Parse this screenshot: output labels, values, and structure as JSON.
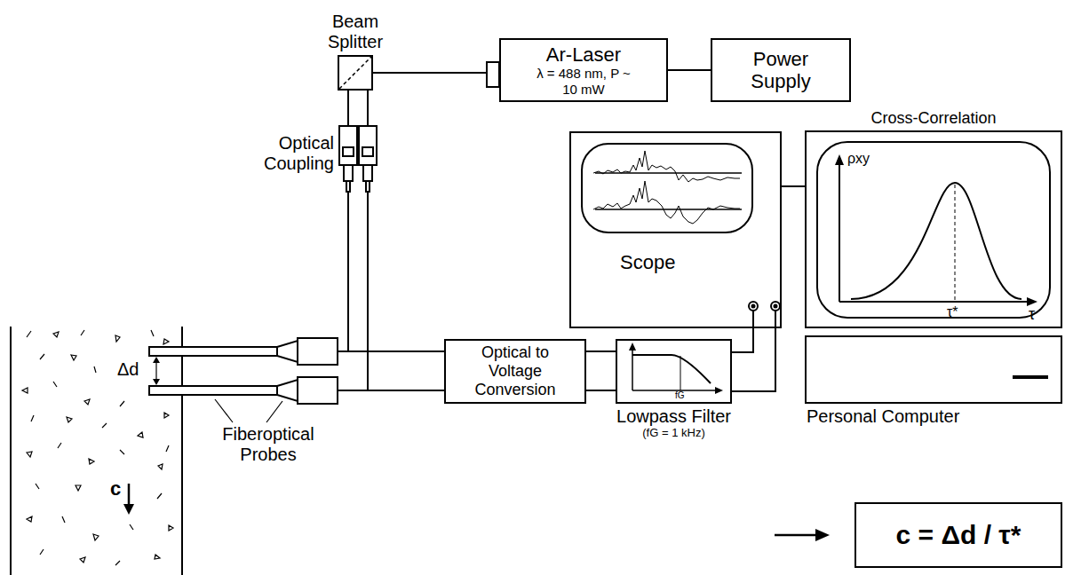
{
  "diagram": {
    "nodes": [
      {
        "text": [
          "Beam Splitter"
        ]
      },
      {
        "text": [
          "Ar-Laser",
          "λ = 488 nm, P ~ 10 mW"
        ]
      },
      {
        "text": [
          "Power Supply"
        ]
      },
      {
        "text": [
          "Scope"
        ]
      },
      {
        "text": [
          "Cross-Correlation"
        ]
      },
      {
        "text": [
          "Personal Computer"
        ]
      },
      {
        "text": [
          "Optical to Voltage Conversion"
        ]
      },
      {
        "text": [
          "Lowpass Filter",
          "(fG = 1 kHz)"
        ]
      },
      {
        "text": [
          "c = Δd / τ*"
        ]
      }
    ],
    "edges": [
      {
        "from": 0,
        "to": 1,
        "arrow": "none"
      },
      {
        "from": 1,
        "to": 2,
        "arrow": "none"
      },
      {
        "from": 6,
        "to": 7,
        "arrow": "none"
      },
      {
        "from": 6,
        "to": 7,
        "arrow": "none"
      },
      {
        "from": 7,
        "to": 3,
        "arrow": "none"
      },
      {
        "from": 7,
        "to": 3,
        "arrow": "none"
      },
      {
        "from": 3,
        "to": 4,
        "arrow": "none"
      }
    ],
    "labels": [
      "Optical Coupling",
      "Fiberoptical Probes",
      "Δd",
      "c",
      "fG",
      "ρxy",
      "τ",
      "τ*"
    ]
  }
}
